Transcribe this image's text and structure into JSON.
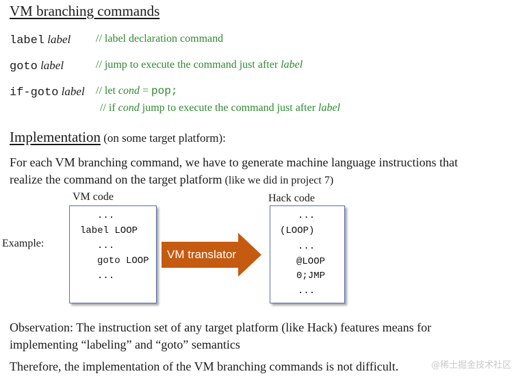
{
  "title": "VM branching commands",
  "commands": [
    {
      "keyword": "label",
      "arg": "label",
      "comment_prefix": "//  label declaration command",
      "comment_var": "",
      "comment_suffix": ""
    },
    {
      "keyword": "goto",
      "arg": "label",
      "comment_prefix": "//  jump to execute the command just after ",
      "comment_var": "label",
      "comment_suffix": ""
    },
    {
      "keyword": "if-goto",
      "arg": "label",
      "comment_prefix": "//  let ",
      "comment_var": "cond",
      "comment_suffix": " = ",
      "comment_code": "pop;"
    }
  ],
  "ifgoto_line2": {
    "prefix": "//  if ",
    "var": "cond",
    "middle": " jump to execute the command just after ",
    "var2": "label"
  },
  "implementation": {
    "heading": "Implementation",
    "sub": " (on some target platform):"
  },
  "para1": {
    "line1": "For each VM branching command, we have to generate machine language instructions that",
    "line2": "realize the command on the target platform",
    "line2_small": " (like we did in project 7)"
  },
  "example_label": "Example:",
  "vm_code": {
    "title": "VM code",
    "lines": [
      "...",
      "label LOOP",
      "...",
      "goto LOOP",
      "..."
    ]
  },
  "translator_label": "VM translator",
  "hack_code": {
    "title": "Hack code",
    "lines": [
      "...",
      "(LOOP)",
      "...",
      "@LOOP",
      "0;JMP",
      "..."
    ]
  },
  "observation": {
    "line1": "Observation: The instruction set of any target platform (like Hack) features means for",
    "line2": "implementing “labeling” and “goto” semantics"
  },
  "conclusion": "Therefore, the implementation of the VM branching commands is not difficult.",
  "watermark": "@稀土掘金技术社区",
  "colors": {
    "comment": "#2e8a2e",
    "arrow": "#c55a11",
    "box_border": "#5b6db0"
  }
}
